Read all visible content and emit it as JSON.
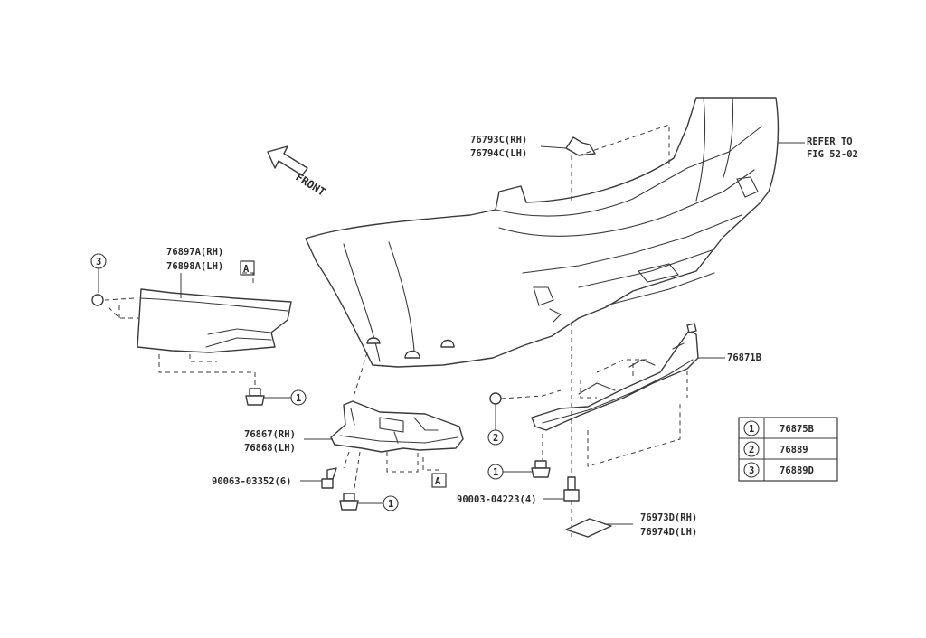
{
  "front_label": "FRONT",
  "refer_to": {
    "line1": "REFER TO",
    "line2": "FIG 52-02"
  },
  "callouts": {
    "c1": "1",
    "c2": "2",
    "c3": "3",
    "box_a": "A"
  },
  "labels": {
    "p76793C": "76793C(RH)",
    "p76794C": "76794C(LH)",
    "p76897A": "76897A(RH)",
    "p76898A": "76898A(LH)",
    "p76871B": "76871B",
    "p76867": "76867(RH)",
    "p76868": "76868(LH)",
    "p90063": "90063-03352(6)",
    "p90003": "90003-04223(4)",
    "p76973D": "76973D(RH)",
    "p76974D": "76974D(LH)"
  },
  "legend": [
    {
      "num": "1",
      "part": "76875B"
    },
    {
      "num": "2",
      "part": "76889"
    },
    {
      "num": "3",
      "part": "76889D"
    }
  ]
}
